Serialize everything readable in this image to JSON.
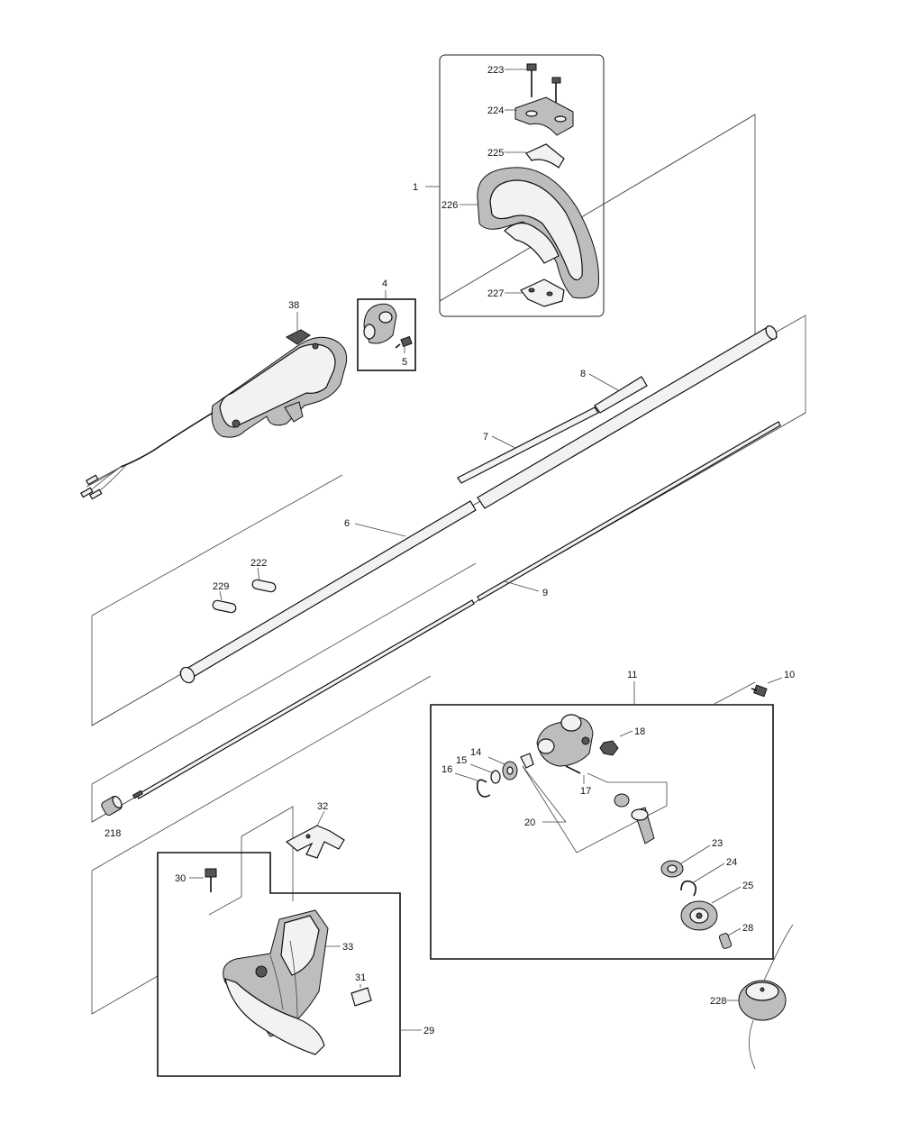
{
  "callouts": [
    {
      "id": "c1",
      "label": "1"
    },
    {
      "id": "c4",
      "label": "4"
    },
    {
      "id": "c5",
      "label": "5"
    },
    {
      "id": "c6",
      "label": "6"
    },
    {
      "id": "c7",
      "label": "7"
    },
    {
      "id": "c8",
      "label": "8"
    },
    {
      "id": "c9",
      "label": "9"
    },
    {
      "id": "c10",
      "label": "10"
    },
    {
      "id": "c11",
      "label": "11"
    },
    {
      "id": "c14",
      "label": "14"
    },
    {
      "id": "c15",
      "label": "15"
    },
    {
      "id": "c16",
      "label": "16"
    },
    {
      "id": "c17",
      "label": "17"
    },
    {
      "id": "c18",
      "label": "18"
    },
    {
      "id": "c20",
      "label": "20"
    },
    {
      "id": "c23",
      "label": "23"
    },
    {
      "id": "c24",
      "label": "24"
    },
    {
      "id": "c25",
      "label": "25"
    },
    {
      "id": "c28",
      "label": "28"
    },
    {
      "id": "c29",
      "label": "29"
    },
    {
      "id": "c30",
      "label": "30"
    },
    {
      "id": "c31",
      "label": "31"
    },
    {
      "id": "c32",
      "label": "32"
    },
    {
      "id": "c33",
      "label": "33"
    },
    {
      "id": "c38",
      "label": "38"
    },
    {
      "id": "c218",
      "label": "218"
    },
    {
      "id": "c222",
      "label": "222"
    },
    {
      "id": "c223",
      "label": "223"
    },
    {
      "id": "c224",
      "label": "224"
    },
    {
      "id": "c225",
      "label": "225"
    },
    {
      "id": "c226",
      "label": "226"
    },
    {
      "id": "c227",
      "label": "227"
    },
    {
      "id": "c228",
      "label": "228"
    },
    {
      "id": "c229",
      "label": "229"
    }
  ]
}
